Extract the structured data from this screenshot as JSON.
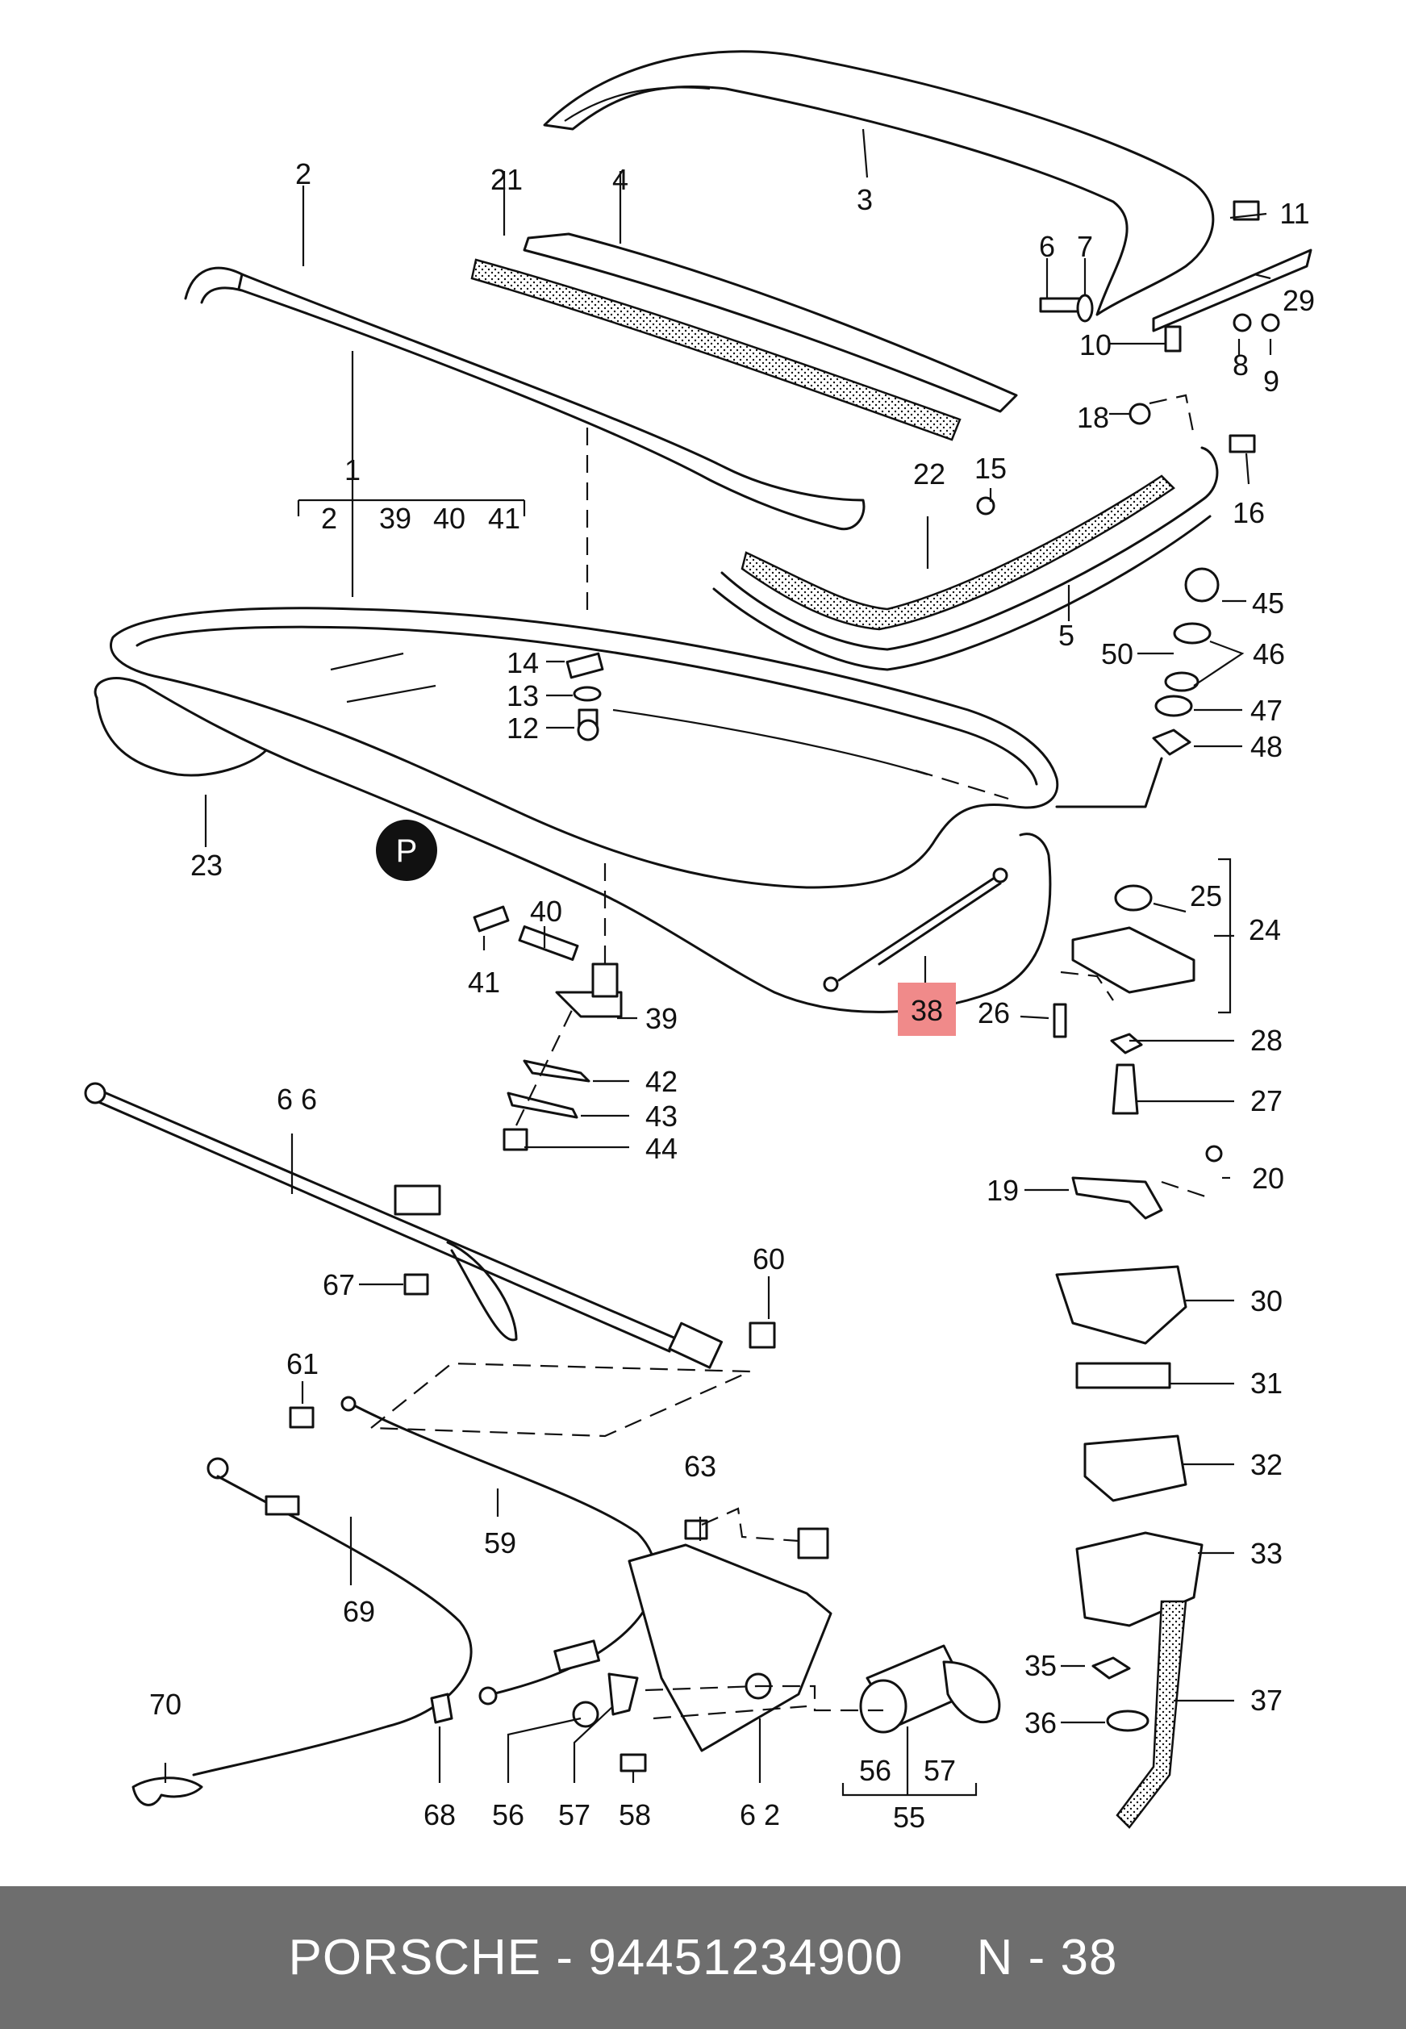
{
  "diagram": {
    "labels": {
      "l1": "1",
      "l2": "2",
      "l2b": "2",
      "l3": "3",
      "l4": "4",
      "l5": "5",
      "l6": "6",
      "l7": "7",
      "l8": "8",
      "l9": "9",
      "l10": "10",
      "l11": "11",
      "l12": "12",
      "l13": "13",
      "l14": "14",
      "l15": "15",
      "l16": "16",
      "l18": "18",
      "l19": "19",
      "l20": "20",
      "l21": "21",
      "l22": "22",
      "l23": "23",
      "l24": "24",
      "l25": "25",
      "l26": "26",
      "l27": "27",
      "l28": "28",
      "l29": "29",
      "l30": "30",
      "l31": "31",
      "l32": "32",
      "l33": "33",
      "l35": "35",
      "l36": "36",
      "l37": "37",
      "l38": "38",
      "l39": "39",
      "l39b": "39",
      "l40": "40",
      "l40b": "40",
      "l41": "41",
      "l41b": "41",
      "l42": "42",
      "l43": "43",
      "l44": "44",
      "l45": "45",
      "l46": "46",
      "l47": "47",
      "l48": "48",
      "l50": "50",
      "l55": "55",
      "l56": "56",
      "l56b": "56",
      "l57": "57",
      "l57b": "57",
      "l58": "58",
      "l59": "59",
      "l60": "60",
      "l61": "61",
      "l62": "6 2",
      "l63": "63",
      "l66": "6 6",
      "l67": "67",
      "l68": "68",
      "l69": "69",
      "l70": "70"
    },
    "highlighted_label": "38",
    "highlight_color": "#f08a8a"
  },
  "footer": {
    "text": "PORSCHE - 94451234900     N - 38",
    "background": "#6e6e6e"
  }
}
